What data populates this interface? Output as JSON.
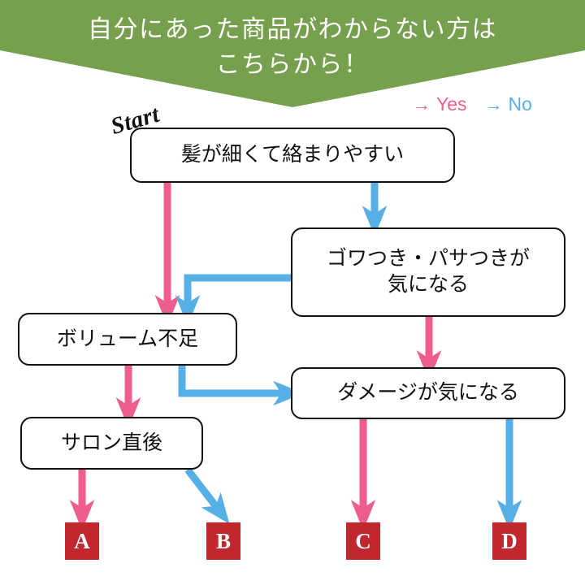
{
  "banner": {
    "title": "自分にあった商品がわからない方は\nこちらから！",
    "bg_color": "#76a04e",
    "text_color": "#ffffff"
  },
  "legend": {
    "items": [
      {
        "arrow": "→",
        "label": "Yes",
        "color": "#ee5d8c"
      },
      {
        "arrow": "→",
        "label": "No",
        "color": "#57b0e5"
      }
    ]
  },
  "start_label": "Start",
  "nodes": [
    {
      "id": "q1",
      "label": "髪が細くて絡まりやすい"
    },
    {
      "id": "q2",
      "label": "ゴワつき・パサつきが\n気になる"
    },
    {
      "id": "q3",
      "label": "ボリューム不足"
    },
    {
      "id": "q4",
      "label": "ダメージが気になる"
    },
    {
      "id": "q5",
      "label": "サロン直後"
    }
  ],
  "results": [
    {
      "id": "A",
      "label": "A"
    },
    {
      "id": "B",
      "label": "B"
    },
    {
      "id": "C",
      "label": "C"
    },
    {
      "id": "D",
      "label": "D"
    }
  ],
  "colors": {
    "yes": "#ee5d8c",
    "no": "#57b0e5",
    "badge": "#c1272d",
    "outline": "#111111",
    "green": "#76a04e"
  },
  "chart_data": {
    "type": "flowchart",
    "title": "自分にあった商品がわからない方はこちらから！",
    "legend": {
      "yes": "Yes (pink)",
      "no": "No (blue)"
    },
    "edges": [
      {
        "from": "q1",
        "to": "q3",
        "answer": "Yes",
        "color": "#ee5d8c"
      },
      {
        "from": "q1",
        "to": "q2",
        "answer": "No",
        "color": "#57b0e5"
      },
      {
        "from": "q2",
        "to": "q4",
        "answer": "Yes",
        "color": "#ee5d8c"
      },
      {
        "from": "q2",
        "to": "q3",
        "answer": "No",
        "color": "#57b0e5"
      },
      {
        "from": "q3",
        "to": "q5",
        "answer": "Yes",
        "color": "#ee5d8c"
      },
      {
        "from": "q3",
        "to": "q4",
        "answer": "No",
        "color": "#57b0e5"
      },
      {
        "from": "q5",
        "to": "A",
        "answer": "Yes",
        "color": "#ee5d8c"
      },
      {
        "from": "q5",
        "to": "B",
        "answer": "No",
        "color": "#57b0e5"
      },
      {
        "from": "q4",
        "to": "C",
        "answer": "Yes",
        "color": "#ee5d8c"
      },
      {
        "from": "q4",
        "to": "D",
        "answer": "No",
        "color": "#57b0e5"
      }
    ]
  }
}
